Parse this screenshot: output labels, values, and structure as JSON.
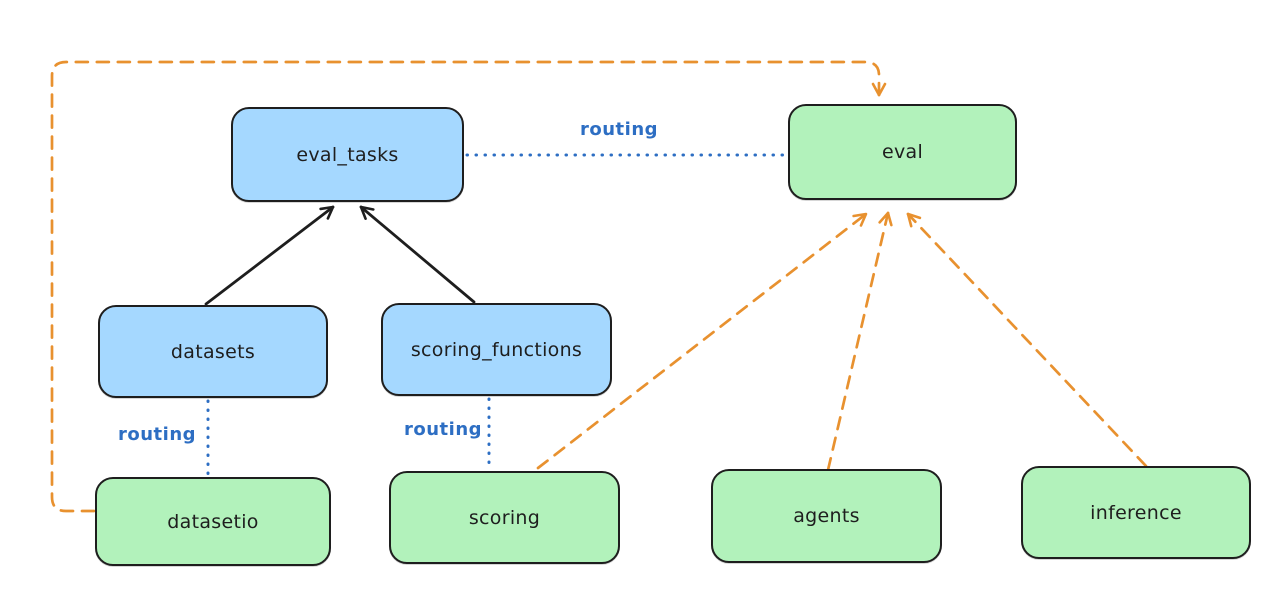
{
  "diagram": {
    "nodes": {
      "eval_tasks": {
        "label": "eval_tasks",
        "fill": "#a5d8ff"
      },
      "eval": {
        "label": "eval",
        "fill": "#b2f2bb"
      },
      "datasets": {
        "label": "datasets",
        "fill": "#a5d8ff"
      },
      "scoring_functions": {
        "label": "scoring_functions",
        "fill": "#a5d8ff"
      },
      "datasetio": {
        "label": "datasetio",
        "fill": "#b2f2bb"
      },
      "scoring": {
        "label": "scoring",
        "fill": "#b2f2bb"
      },
      "agents": {
        "label": "agents",
        "fill": "#b2f2bb"
      },
      "inference": {
        "label": "inference",
        "fill": "#b2f2bb"
      }
    },
    "edges": [
      {
        "from": "datasets",
        "to": "eval_tasks",
        "style": "solid-black-arrow"
      },
      {
        "from": "scoring_functions",
        "to": "eval_tasks",
        "style": "solid-black-arrow"
      },
      {
        "from": "eval_tasks",
        "to": "eval",
        "style": "dotted-blue",
        "label": "routing"
      },
      {
        "from": "datasets",
        "to": "datasetio",
        "style": "dotted-blue",
        "label": "routing"
      },
      {
        "from": "scoring_functions",
        "to": "scoring",
        "style": "dotted-blue",
        "label": "routing"
      },
      {
        "from": "datasetio",
        "to": "eval",
        "style": "dashed-orange-arrow"
      },
      {
        "from": "scoring",
        "to": "eval",
        "style": "dashed-orange-arrow"
      },
      {
        "from": "agents",
        "to": "eval",
        "style": "dashed-orange-arrow"
      },
      {
        "from": "inference",
        "to": "eval",
        "style": "dashed-orange-arrow"
      }
    ],
    "colors": {
      "node_stroke": "#1e1e1e",
      "blue_node_fill": "#a5d8ff",
      "green_node_fill": "#b2f2bb",
      "routing_blue": "#2d6ec3",
      "provider_orange": "#e8912f",
      "background": "#ffffff"
    }
  }
}
